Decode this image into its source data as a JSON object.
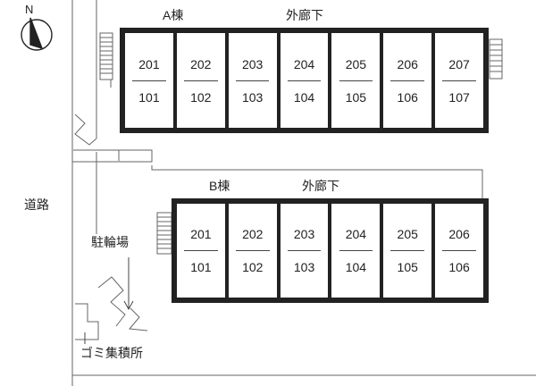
{
  "compass": {
    "north_label": "N",
    "icon": "north-arrow-icon"
  },
  "road_label": "道路",
  "bicycle_parking_label": "駐輪場",
  "garbage_label": "ゴミ集積所",
  "building_a": {
    "name": "A棟",
    "corridor_label": "外廊下",
    "units": [
      {
        "upper": "201",
        "lower": "101"
      },
      {
        "upper": "202",
        "lower": "102"
      },
      {
        "upper": "203",
        "lower": "103"
      },
      {
        "upper": "204",
        "lower": "104"
      },
      {
        "upper": "205",
        "lower": "105"
      },
      {
        "upper": "206",
        "lower": "106"
      },
      {
        "upper": "207",
        "lower": "107"
      }
    ]
  },
  "building_b": {
    "name": "B棟",
    "corridor_label": "外廊下",
    "units": [
      {
        "upper": "201",
        "lower": "101"
      },
      {
        "upper": "202",
        "lower": "102"
      },
      {
        "upper": "203",
        "lower": "103"
      },
      {
        "upper": "204",
        "lower": "104"
      },
      {
        "upper": "205",
        "lower": "105"
      },
      {
        "upper": "206",
        "lower": "106"
      }
    ]
  }
}
